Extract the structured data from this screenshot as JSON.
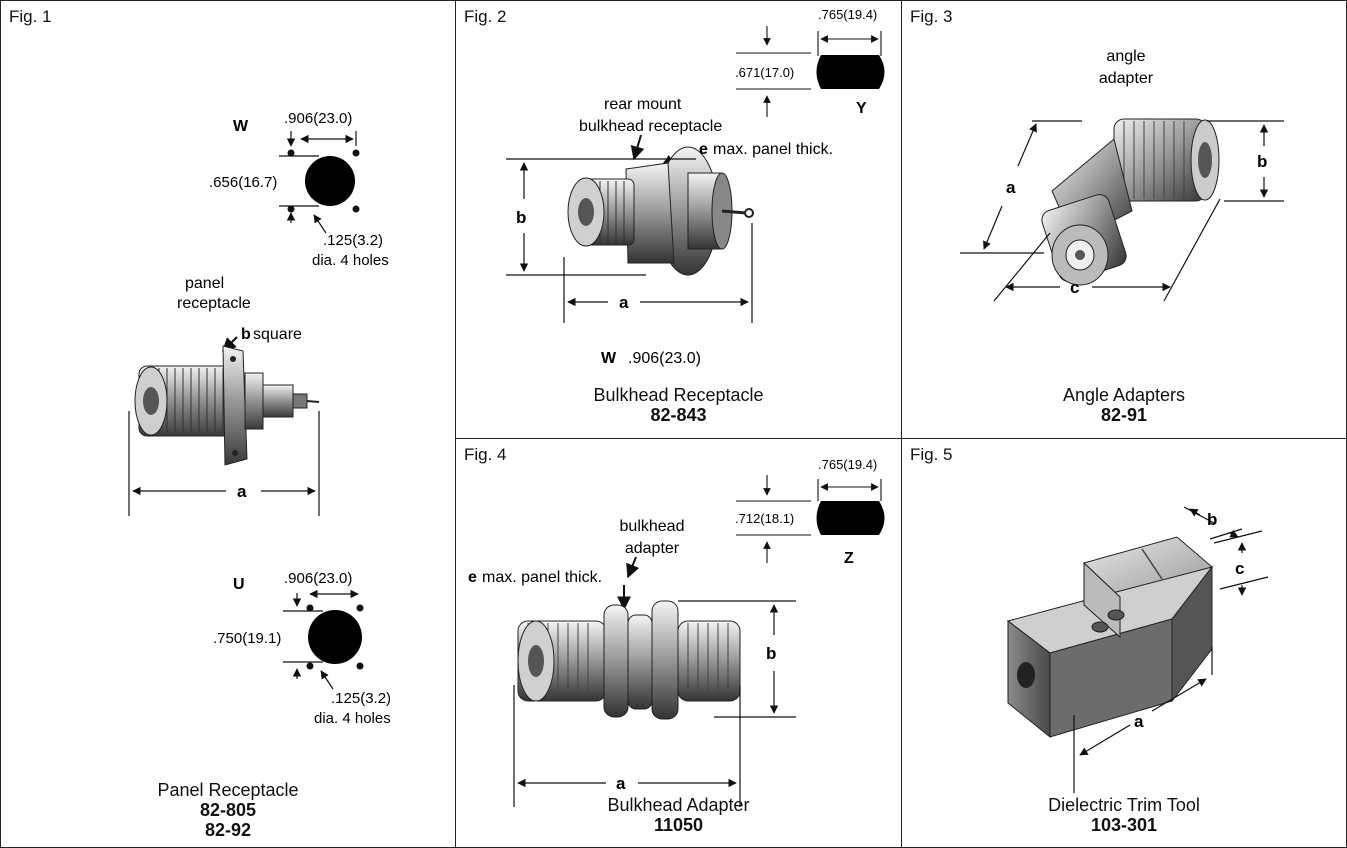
{
  "figures": {
    "fig1": {
      "label": "Fig. 1",
      "title": "Panel Receptacle",
      "parts": [
        "82-805",
        "82-92"
      ],
      "cutout_w": {
        "tag": "W",
        "spacing": ".906(23.0)",
        "diameter": ".656(16.7)",
        "holes": ".125(3.2)",
        "holes_note": "dia. 4 holes"
      },
      "cutout_u": {
        "tag": "U",
        "spacing": ".906(23.0)",
        "diameter": ".750(19.1)",
        "holes": ".125(3.2)",
        "holes_note": "dia. 4 holes"
      },
      "callout_line1": "panel",
      "callout_line2": "receptacle",
      "dim_b_letter": "b",
      "dim_b_text": "square",
      "dim_a": "a"
    },
    "fig2": {
      "label": "Fig. 2",
      "title": "Bulkhead Receptacle",
      "part": "82-843",
      "cutout_y": {
        "tag": "Y",
        "width": ".765(19.4)",
        "height": ".671(17.0)"
      },
      "callout_line1": "rear mount",
      "callout_line2": "bulkhead receptacle",
      "dim_e_letter": "e",
      "dim_e_text": "max. panel thick.",
      "dim_a": "a",
      "dim_b": "b",
      "cutout_w_tag": "W",
      "cutout_w_value": ".906(23.0)"
    },
    "fig3": {
      "label": "Fig. 3",
      "title": "Angle Adapters",
      "part": "82-91",
      "callout_line1": "angle",
      "callout_line2": "adapter",
      "dim_a": "a",
      "dim_b": "b",
      "dim_c": "c"
    },
    "fig4": {
      "label": "Fig. 4",
      "title": "Bulkhead Adapter",
      "part": "11050",
      "cutout_z": {
        "tag": "Z",
        "width": ".765(19.4)",
        "height": ".712(18.1)"
      },
      "callout_line1": "bulkhead",
      "callout_line2": "adapter",
      "dim_e_letter": "e",
      "dim_e_text": "max. panel thick.",
      "dim_a": "a",
      "dim_b": "b"
    },
    "fig5": {
      "label": "Fig. 5",
      "title": "Dielectric Trim Tool",
      "part": "103-301",
      "dim_a": "a",
      "dim_b": "b",
      "dim_c": "c"
    }
  }
}
